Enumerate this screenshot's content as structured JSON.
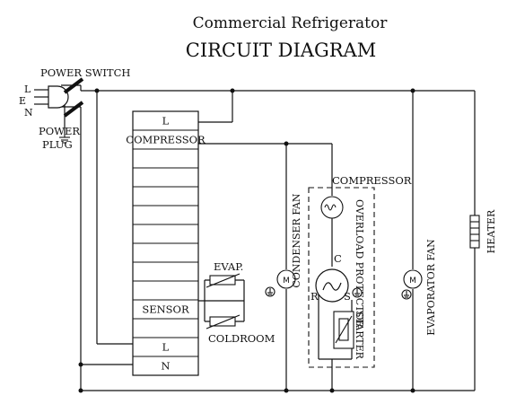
{
  "title": "Commercial Refrigerator",
  "subtitle": "CIRCUIT DIAGRAM",
  "labels": {
    "power_switch": "POWER SWITCH",
    "power_plug_line1": "POWER",
    "power_plug_line2": "PLUG",
    "plug_l": "L",
    "plug_e": "E",
    "plug_n": "N",
    "compressor_top": "COMPRESSOR",
    "overload_protector": "OVERLOAD PROTECTOR",
    "starter": "STARTER",
    "condenser_fan": "CONDENSER FAN",
    "evaporator_fan": "EVAPORATOR FAN",
    "heater": "HEATER",
    "evap": "EVAP.",
    "coldroom": "COLDROOM",
    "motor_m": "M",
    "compressor_c": "C",
    "compressor_r": "R",
    "compressor_s": "S"
  },
  "terminal_block": [
    {
      "label": "L"
    },
    {
      "label": "COMPRESSOR"
    },
    {
      "label": ""
    },
    {
      "label": ""
    },
    {
      "label": ""
    },
    {
      "label": ""
    },
    {
      "label": ""
    },
    {
      "label": ""
    },
    {
      "label": ""
    },
    {
      "label": ""
    },
    {
      "label": "SENSOR"
    },
    {
      "label": ""
    },
    {
      "label": "L"
    },
    {
      "label": "N"
    }
  ]
}
